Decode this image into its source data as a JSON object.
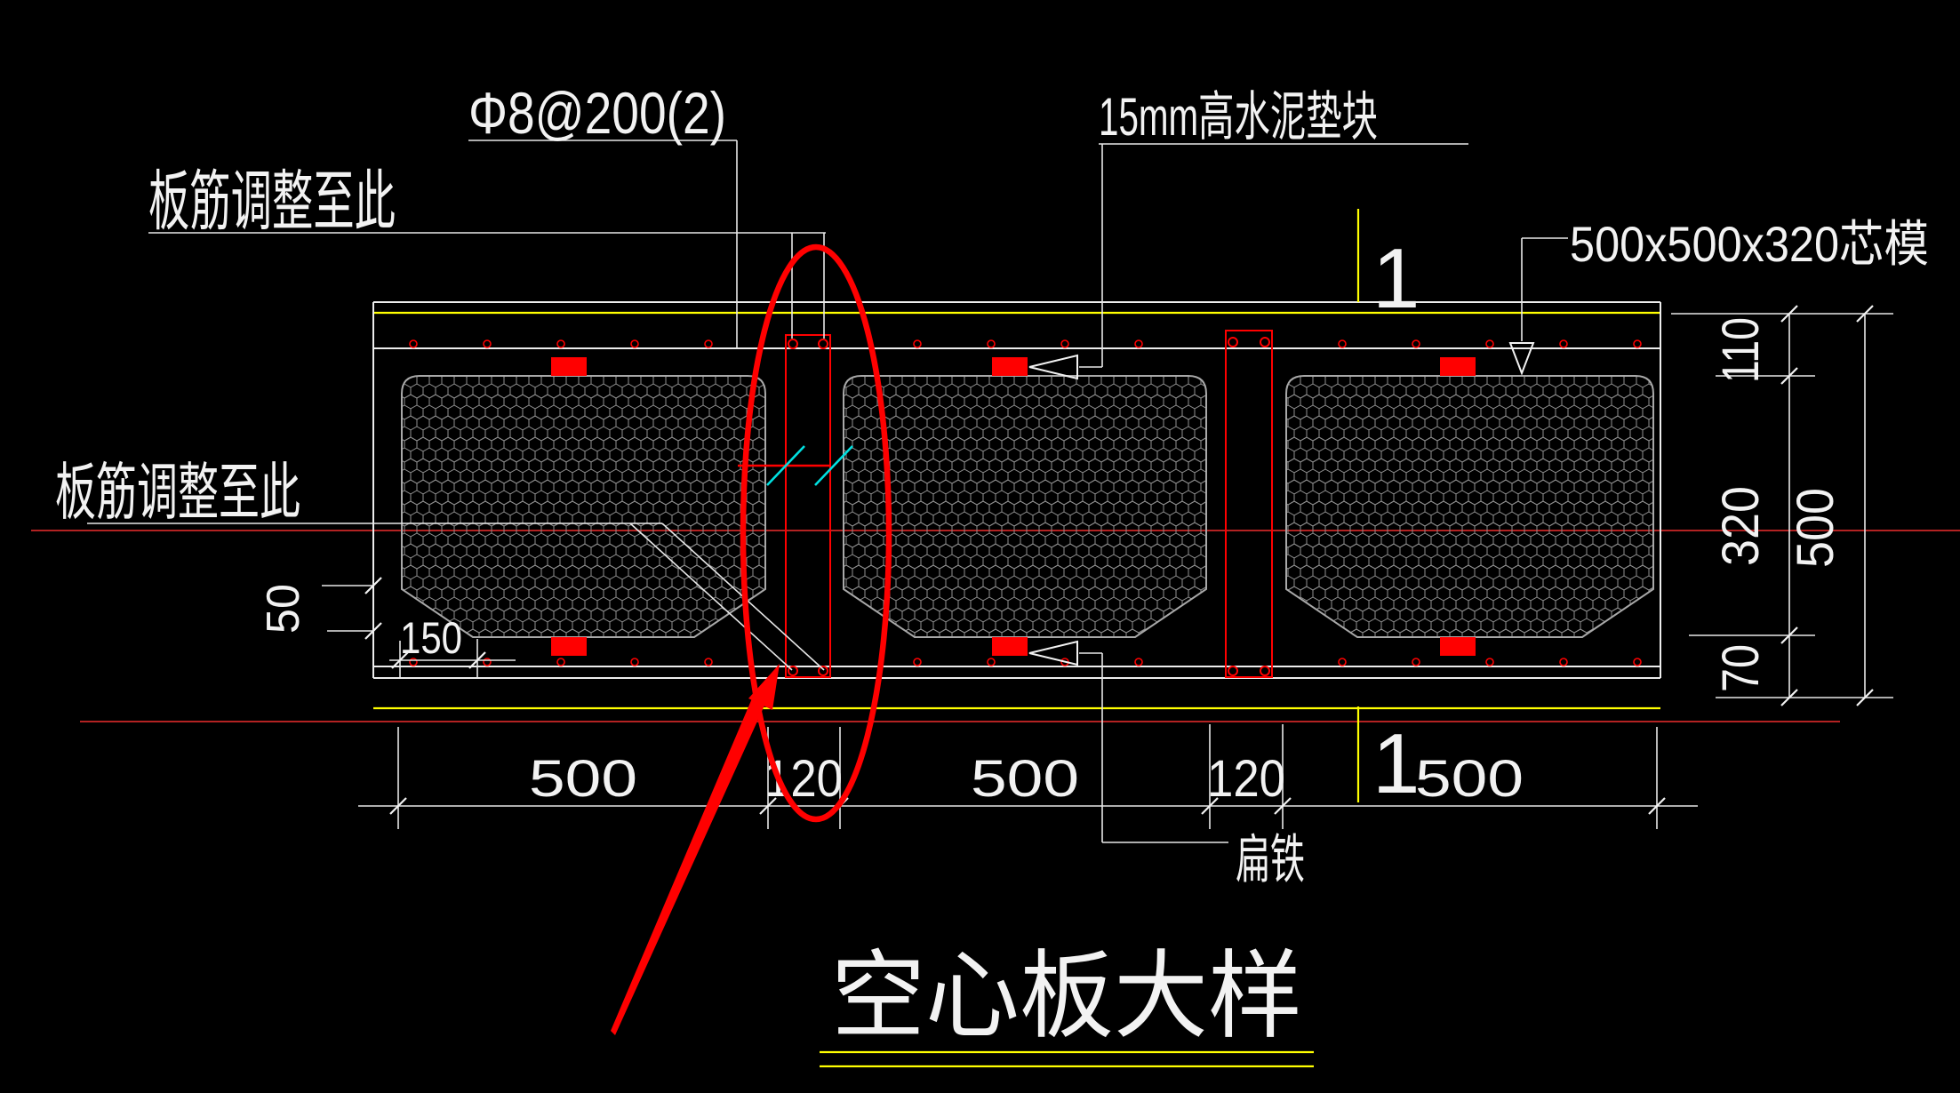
{
  "drawing": {
    "title": "空心板大样",
    "labels": {
      "rebar_adjust_top": "板筋调整至此",
      "rebar_adjust_left": "板筋调整至此",
      "top_rebar_spec": "Φ8@200(2)",
      "cement_pad": "15mm高水泥垫块",
      "core_mold_size": "500x500x320芯模",
      "flat_iron": "扁铁",
      "section_mark": "1"
    },
    "dimensions": {
      "bottom": [
        "500",
        "120",
        "500",
        "120",
        "500"
      ],
      "right_segments": [
        "110",
        "320",
        "70"
      ],
      "right_total": "500",
      "left_cover": "50",
      "left_offset": "150"
    },
    "colors": {
      "background": "#000000",
      "line_white": "#ededed",
      "accent_yellow": "#ffff00",
      "highlight_red": "#ff0000",
      "datum_dark_red": "#b22222",
      "break_cyan": "#00e0e0",
      "hatch_gray": "#8f8f8f"
    }
  }
}
